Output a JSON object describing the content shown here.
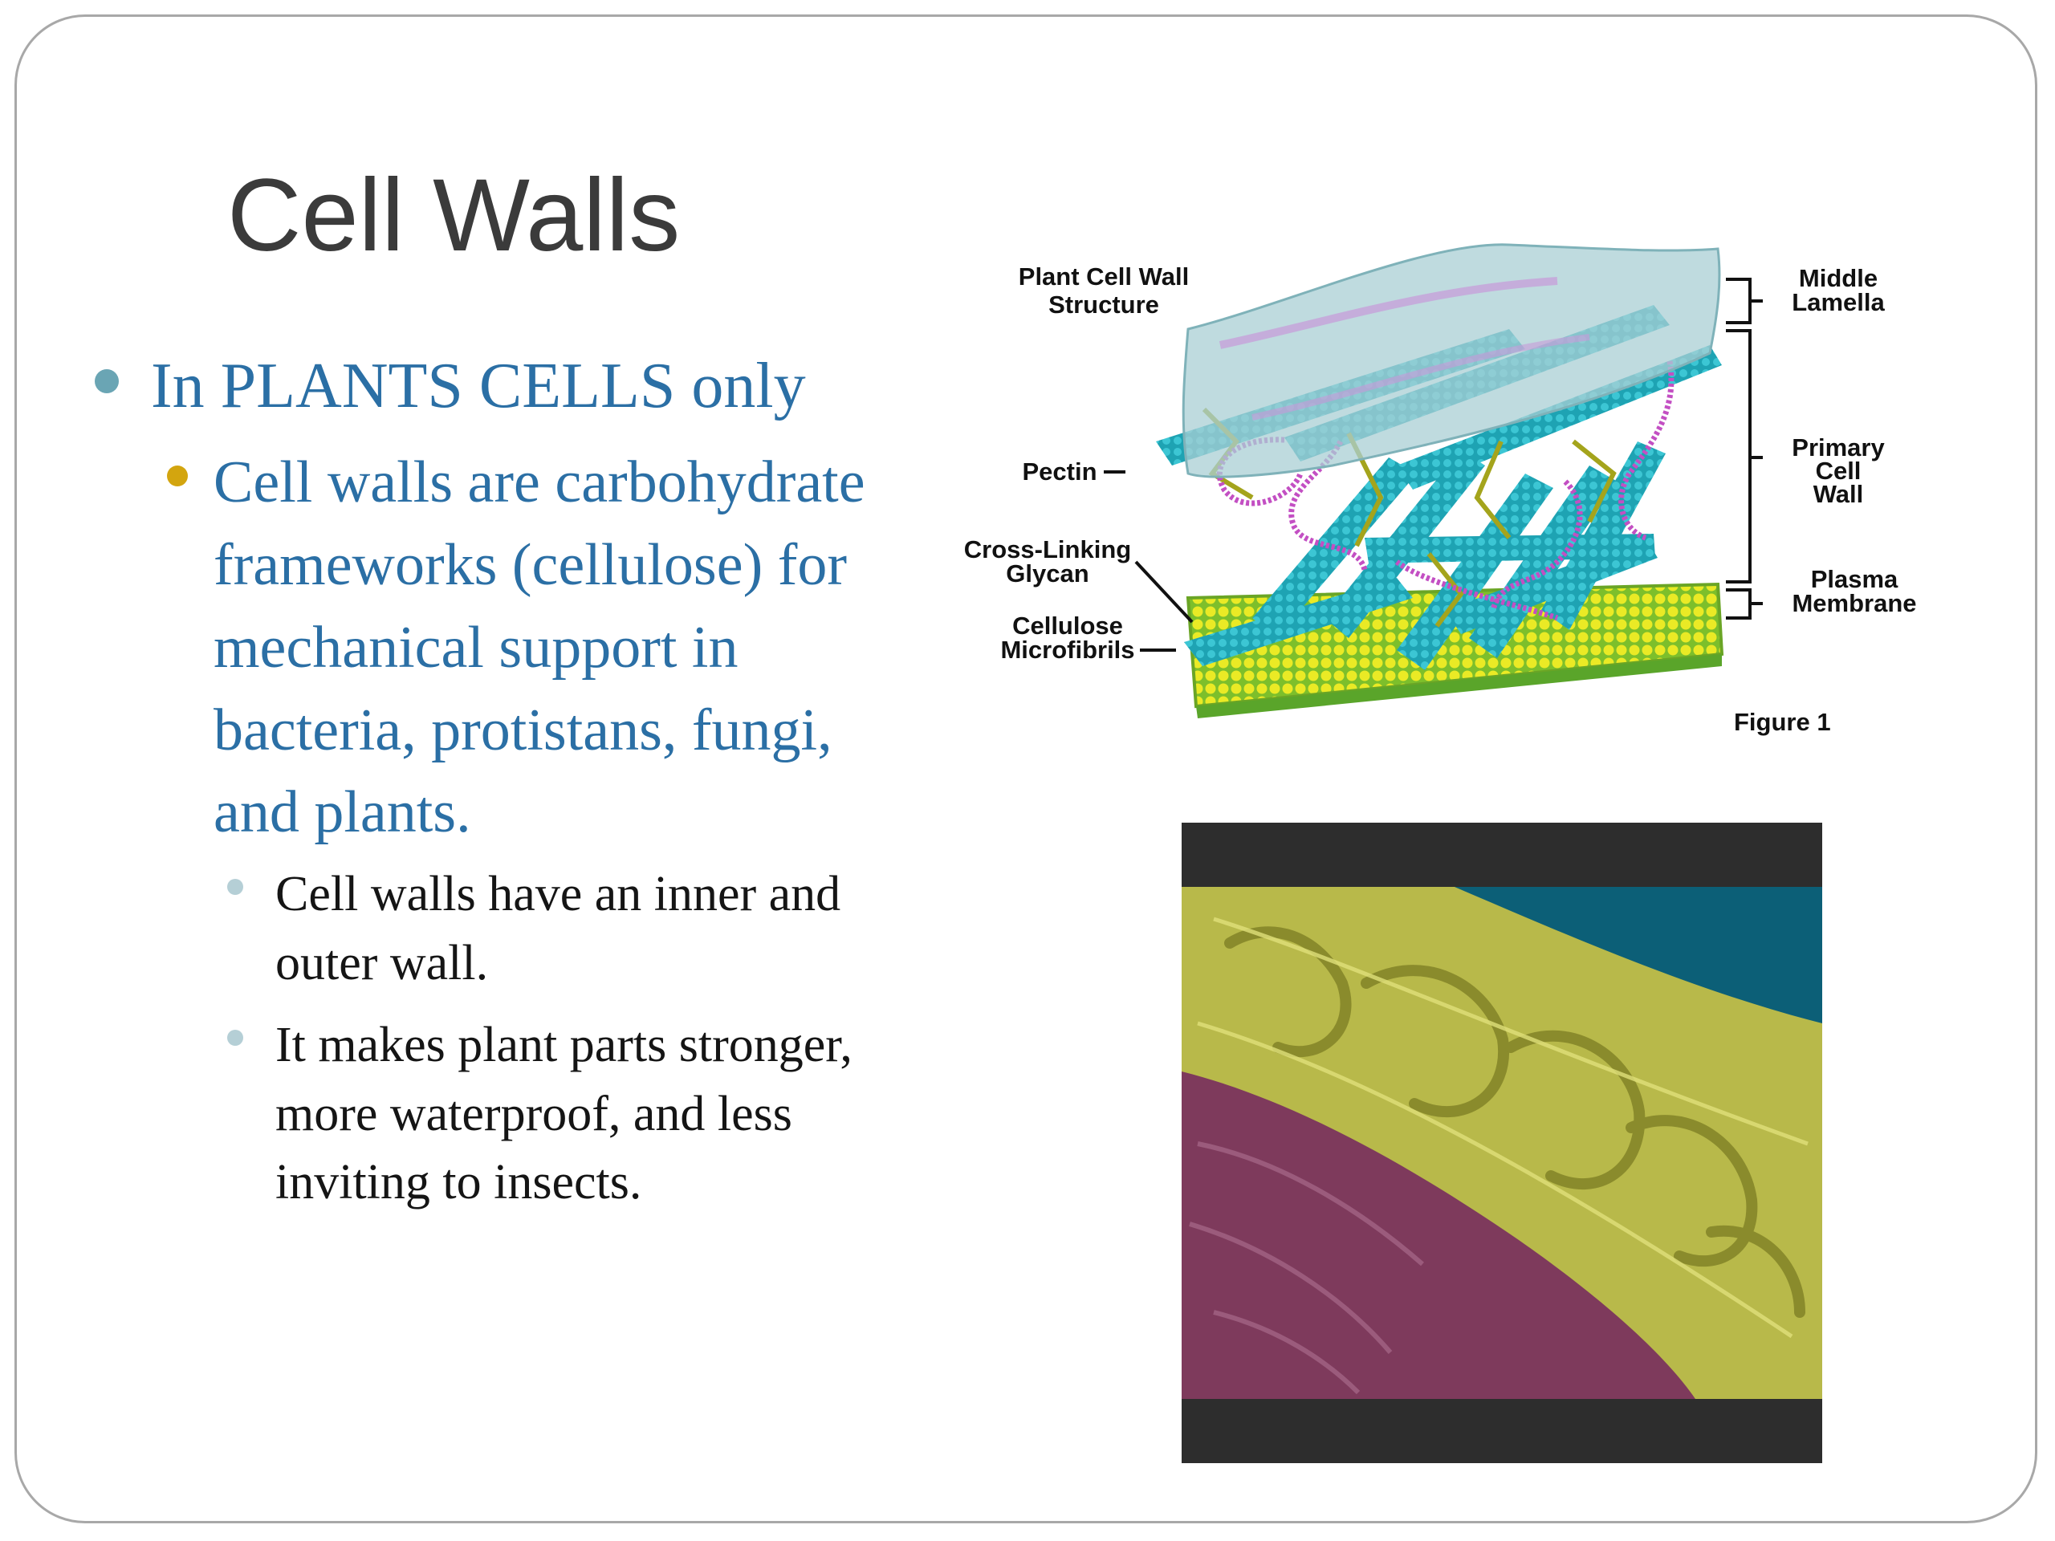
{
  "slide": {
    "title": "Cell Walls",
    "bullet_l1": "In PLANTS CELLS only",
    "bullet_l2": "Cell walls are carbohydrate frameworks (cellulose) for mechanical support in bacteria, protistans, fungi, and plants.",
    "bullet_l3": [
      "Cell walls have an inner and outer wall.",
      "It makes plant parts stronger, more waterproof, and less inviting to insects."
    ]
  },
  "diagram": {
    "title_line1": "Plant Cell Wall",
    "title_line2": "Structure",
    "pectin": "Pectin",
    "crosslink_line1": "Cross-Linking",
    "crosslink_line2": "Glycan",
    "cellulose_line1": "Cellulose",
    "cellulose_line2": "Microfibrils",
    "middle_line1": "Middle",
    "middle_line2": "Lamella",
    "primary_line1": "Primary",
    "primary_line2": "Cell",
    "primary_line3": "Wall",
    "plasma_line1": "Plasma",
    "plasma_line2": "Membrane",
    "figure": "Figure 1"
  },
  "colors": {
    "title": "#3b3b3b",
    "body_blue": "#2b6fa5",
    "bullet_teal": "#6aa5b4",
    "bullet_gold": "#d3a50f",
    "bullet_light": "#b5cfd6",
    "microfibril": "#1fa7b6",
    "pectin": "#c34fc3",
    "membrane": "#e6e62a",
    "micrograph_wall": "#bcbd4e",
    "micrograph_bg": "#0c5f77",
    "micrograph_pink": "#7e3a5c"
  }
}
